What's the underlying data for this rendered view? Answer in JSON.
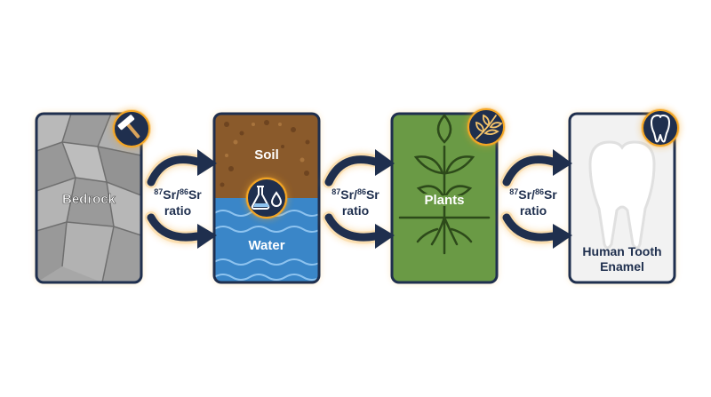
{
  "stages": {
    "bedrock": {
      "label": "Bedrock"
    },
    "soil": {
      "label": "Soil"
    },
    "water": {
      "label": "Water"
    },
    "plants": {
      "label": "Plants"
    },
    "enamel": {
      "line1": "Human Tooth",
      "line2": "Enamel"
    }
  },
  "ratio_label": {
    "sup1": "87",
    "base1": "Sr/",
    "sup2": "86",
    "base2": "Sr",
    "word": "ratio"
  },
  "icons": {
    "bedrock": "hammer-icon",
    "soil_water": "flask-droplet-icon",
    "plants": "leaf-sprig-icon",
    "enamel": "tooth-icon"
  },
  "colors": {
    "outline": "#1f2f4e",
    "glow": "#f5a623",
    "rock": "#a9a9a9",
    "soil": "#8a5a2b",
    "water": "#3a86c8",
    "plants": "#6a9a45",
    "enamel_bg": "#f2f2f2"
  }
}
